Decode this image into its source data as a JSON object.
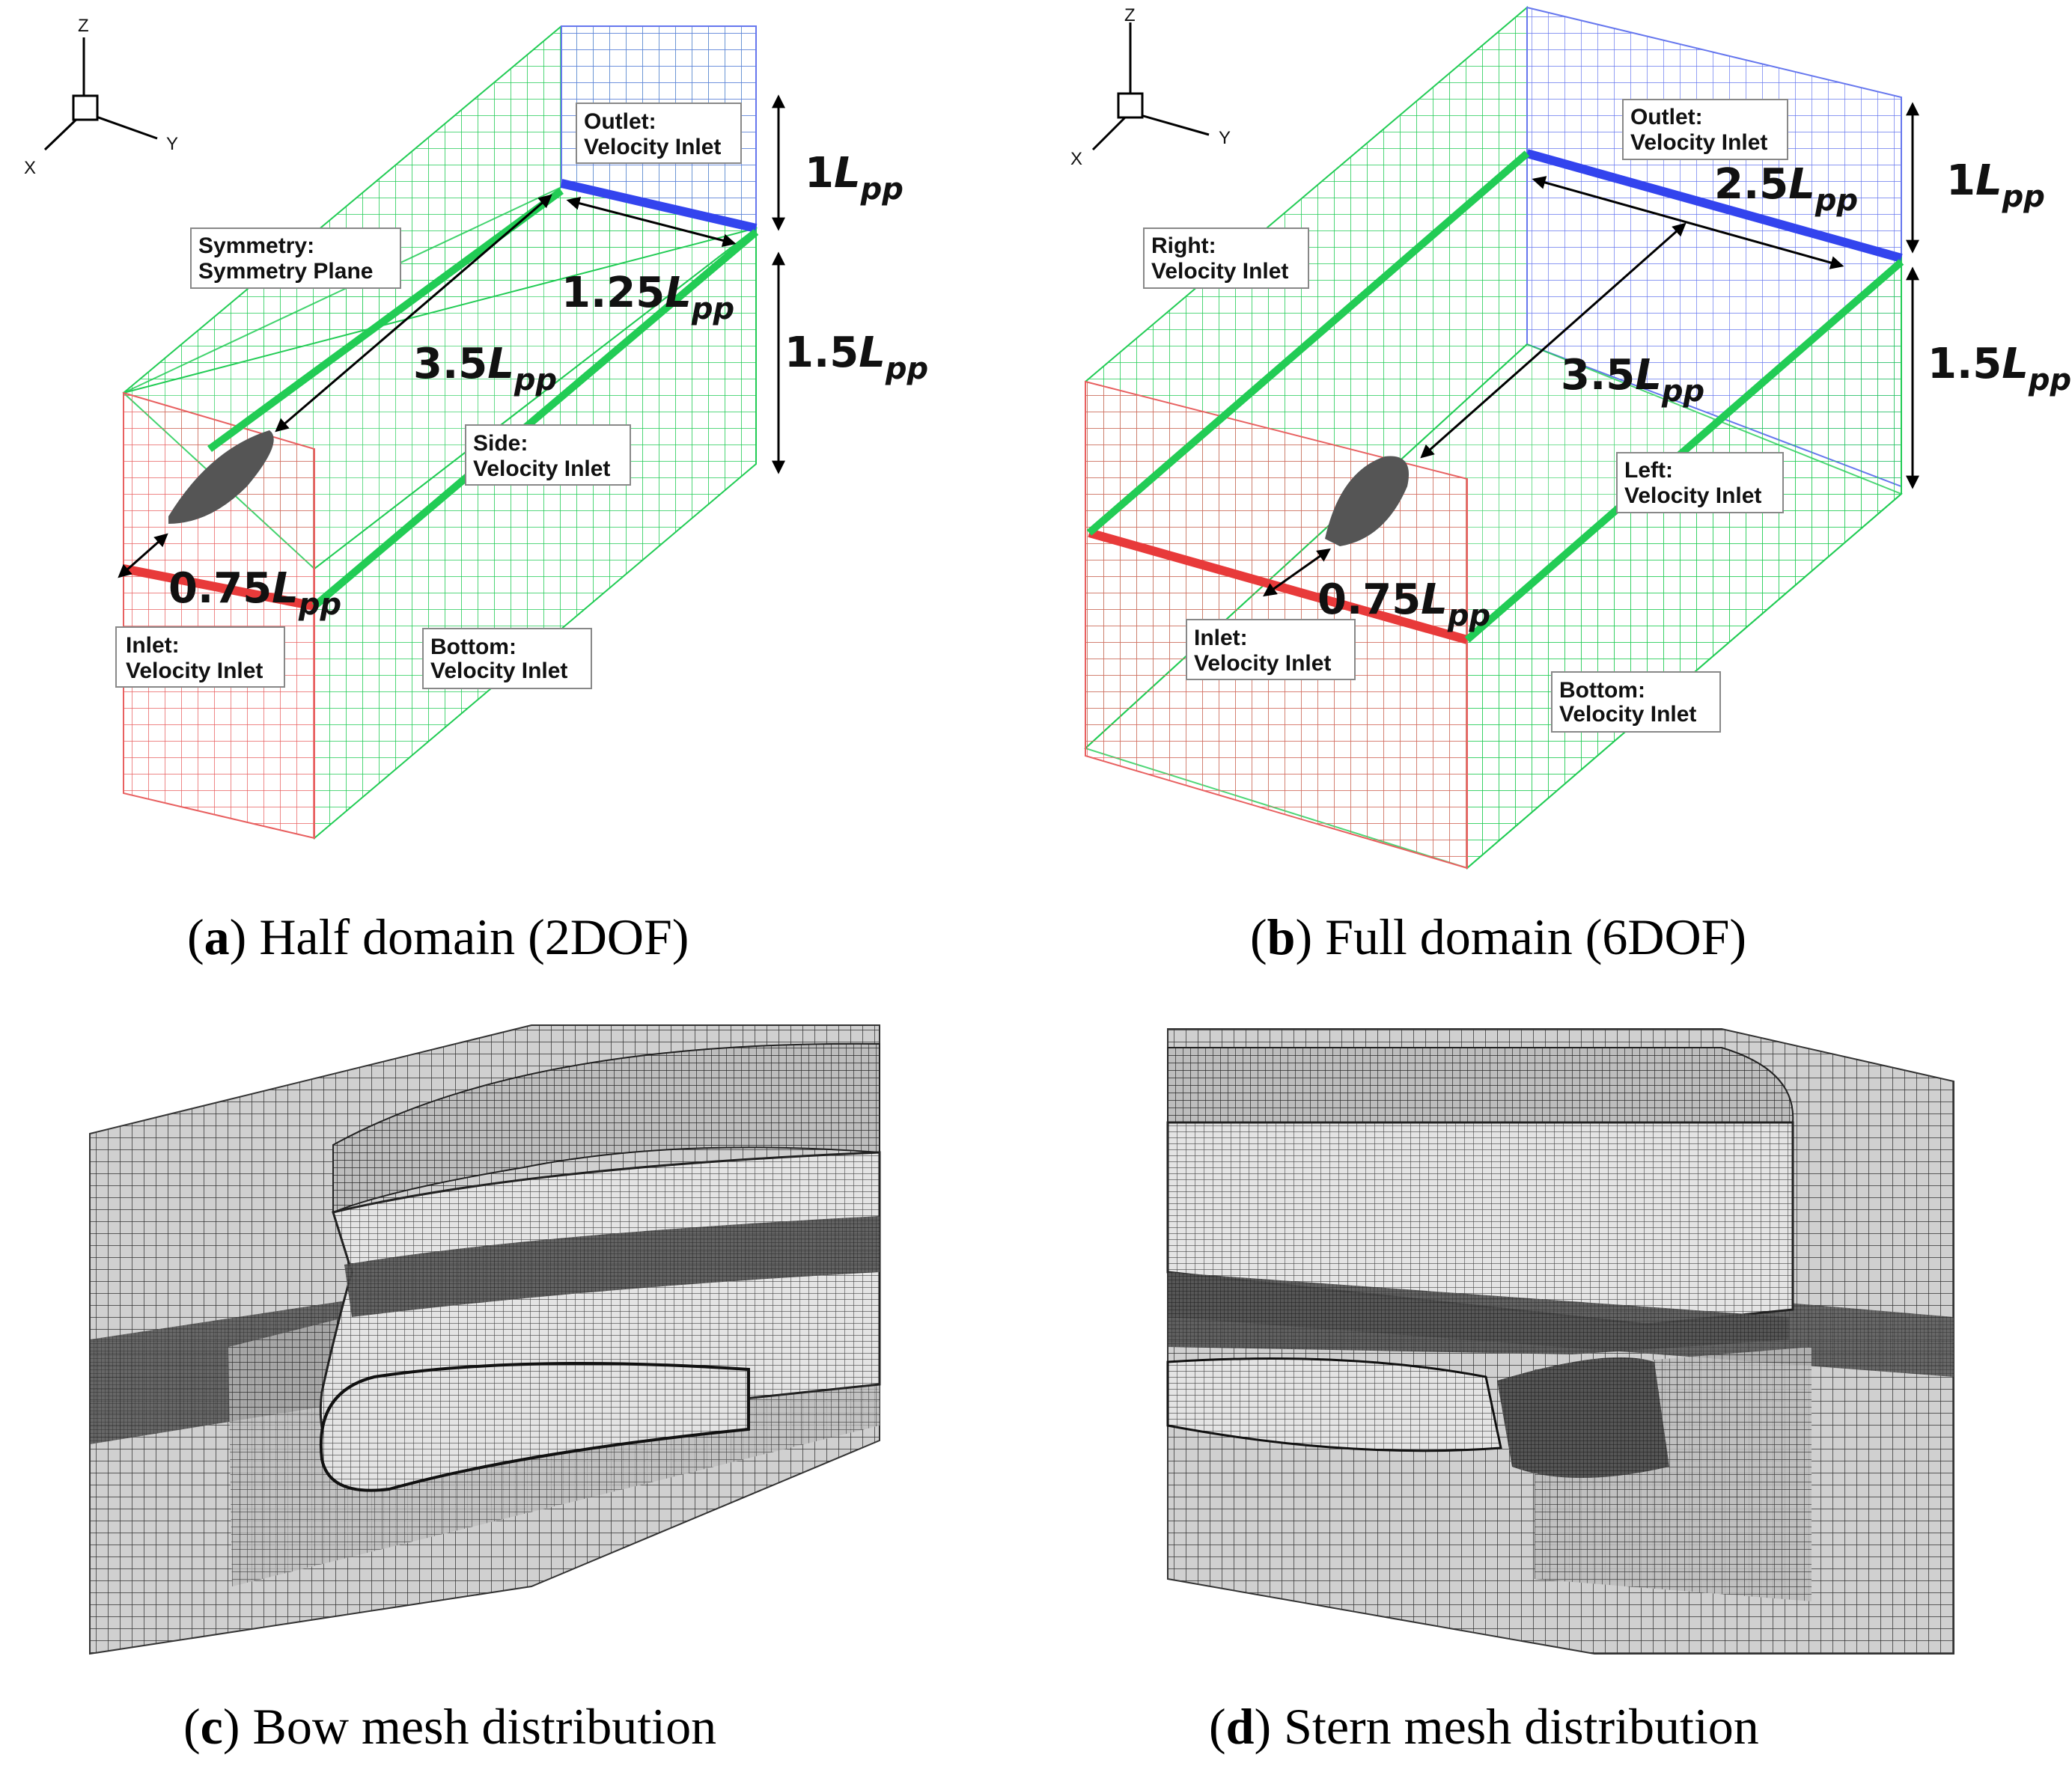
{
  "axes_triad": {
    "z": "Z",
    "x": "X",
    "y": "Y"
  },
  "panel_a": {
    "caption_letter": "a",
    "caption_text": " Half domain (2DOF)",
    "labels": {
      "outlet_1": "Outlet:",
      "outlet_2": "Velocity Inlet",
      "symmetry_1": "Symmetry:",
      "symmetry_2": "Symmetry Plane",
      "side_1": "Side:",
      "side_2": "Velocity Inlet",
      "inlet_1": "Inlet:",
      "inlet_2": "Velocity Inlet",
      "bottom_1": "Bottom:",
      "bottom_2": "Velocity Inlet"
    },
    "dims": {
      "d1": "1",
      "d1_sub": "L",
      "d1_pp": "pp",
      "d125": "1.25",
      "d125_sub": "L",
      "d125_pp": "pp",
      "d15": "1.5",
      "d15_sub": "L",
      "d15_pp": "pp",
      "d35": "3.5",
      "d35_sub": "L",
      "d35_pp": "pp",
      "d075": "0.75",
      "d075_sub": "L",
      "d075_pp": "pp"
    }
  },
  "panel_b": {
    "caption_letter": "b",
    "caption_text": " Full domain (6DOF)",
    "labels": {
      "outlet_1": "Outlet:",
      "outlet_2": "Velocity Inlet",
      "right_1": "Right:",
      "right_2": "Velocity Inlet",
      "left_1": "Left:",
      "left_2": "Velocity Inlet",
      "inlet_1": "Inlet:",
      "inlet_2": "Velocity Inlet",
      "bottom_1": "Bottom:",
      "bottom_2": "Velocity Inlet"
    },
    "dims": {
      "d25": "2.5",
      "d25_sub": "L",
      "d25_pp": "pp",
      "d1": "1",
      "d1_sub": "L",
      "d1_pp": "pp",
      "d15": "1.5",
      "d15_sub": "L",
      "d15_pp": "pp",
      "d35": "3.5",
      "d35_sub": "L",
      "d35_pp": "pp",
      "d075": "0.75",
      "d075_sub": "L",
      "d075_pp": "pp"
    }
  },
  "panel_c": {
    "caption_letter": "c",
    "caption_text": " Bow mesh distribution"
  },
  "panel_d": {
    "caption_letter": "d",
    "caption_text": " Stern mesh distribution"
  },
  "colors": {
    "green": "#22cc55",
    "red": "#e83a3a",
    "blue": "#3344ee",
    "mesh": "#2a2a2a",
    "mesh_bg": "#9a9a9a"
  }
}
